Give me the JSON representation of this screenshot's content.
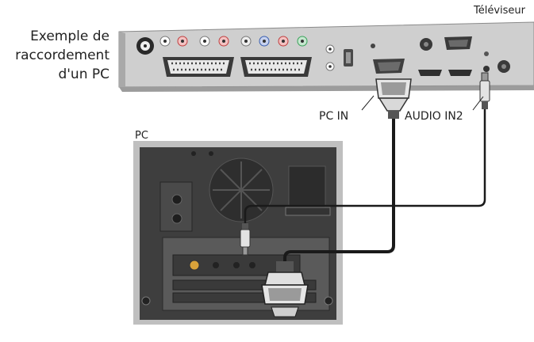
{
  "caption": {
    "line1": "Exemple de",
    "line2": "raccordement",
    "line3": "d'un PC"
  },
  "labels": {
    "tv": "Téléviseur",
    "pc_in": "PC IN",
    "audio_in2": "AUDIO IN2",
    "pc": "PC"
  },
  "colors": {
    "panel": "#c8c8c8",
    "panel_dark": "#5a5a5a",
    "cable": "#1a1a1a",
    "pc_body": "#3c3c3c",
    "audio_ring_red": "#d24a4a",
    "audio_ring_white": "#ffffff",
    "component_green": "#3aa35a",
    "component_blue": "#3a5fb0"
  }
}
